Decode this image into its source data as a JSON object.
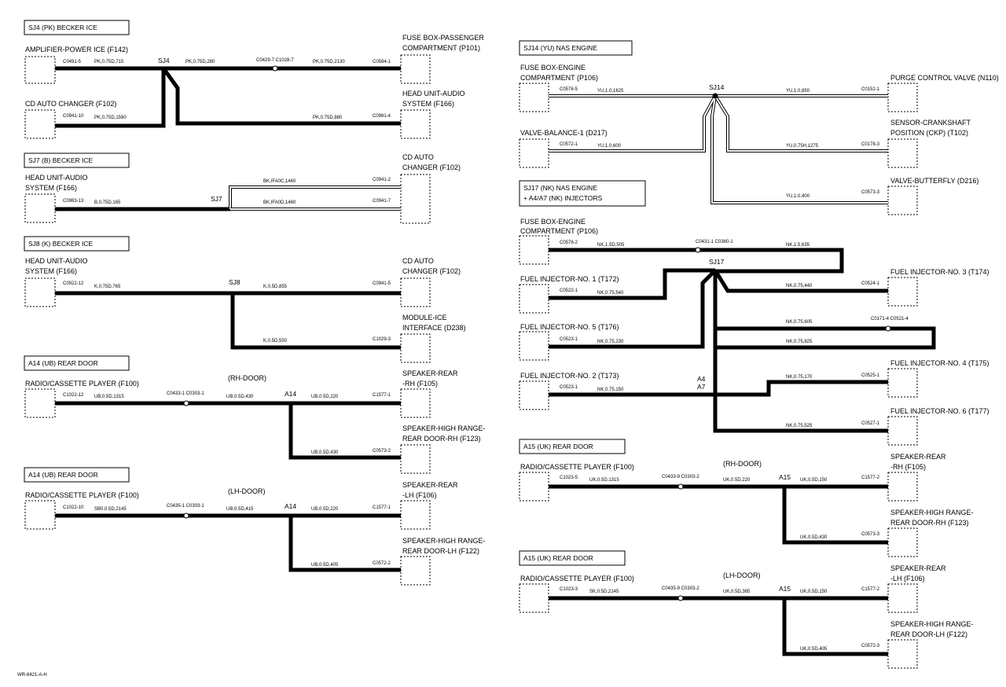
{
  "page_code": "WR-6421-A-H",
  "sections": {
    "sj4": {
      "title": "SJ4 (PK) BECKER ICE",
      "splice": "SJ4",
      "amp_name": "AMPLIFIER-POWER ICE (F142)",
      "cd_name": "CD AUTO CHANGER (F102)",
      "fuse_name_1": "FUSE BOX-PASSENGER",
      "fuse_name_2": "COMPARTMENT (P101)",
      "head_name_1": "HEAD UNIT-AUDIO",
      "head_name_2": "SYSTEM (F166)",
      "c_amp": "C0491-5",
      "c_cd": "C0941-10",
      "c_mid": "C0429-7 C1028-7",
      "c_fuse": "C0584-1",
      "c_head": "C0981-4",
      "w_amp": "PK,0.75D,715",
      "w_cd": "PK,0.75D,1590",
      "w_mid": "PK,0.75D,280",
      "w_fuse": "PK,0.75D,2130",
      "w_head": "PK,0.75D,880"
    },
    "sj7": {
      "title": "SJ7 (B) BECKER ICE",
      "splice": "SJ7",
      "head_name_1": "HEAD UNIT-AUDIO",
      "head_name_2": "SYSTEM (F166)",
      "cd_name_1": "CD AUTO",
      "cd_name_2": "CHANGER (F102)",
      "c_head": "C0983-13",
      "c_cd_a": "C0941-2",
      "c_cd_b": "C0941-7",
      "w_head": "B,0.75D,165",
      "w_a": "BK,IFA0C,1460",
      "w_b": "BK,IFA0D,1460"
    },
    "sj8": {
      "title": "SJ8 (K) BECKER ICE",
      "splice": "SJ8",
      "head_name_1": "HEAD UNIT-AUDIO",
      "head_name_2": "SYSTEM (F166)",
      "cd_name_1": "CD AUTO",
      "cd_name_2": "CHANGER (F102)",
      "mod_name_1": "MODULE-ICE",
      "mod_name_2": "INTERFACE (D238)",
      "c_head": "C0922-12",
      "c_cd": "C0941-5",
      "c_mod": "C1029-3",
      "w_head": "K,0.75D,765",
      "w_cd": "K,0.5D,855",
      "w_mod": "K,0.5D,550"
    },
    "a14_rh": {
      "title": "A14 (UB) REAR DOOR",
      "door": "(RH-DOOR)",
      "splice": "A14",
      "radio_name": "RADIO/CASSETTE PLAYER (F100)",
      "spk_name_1": "SPEAKER-REAR",
      "spk_name_2": "-RH (F105)",
      "hi_name_1": "SPEAKER-HIGH RANGE-",
      "hi_name_2": "REAR DOOR-RH (F123)",
      "c_radio": "C1022-12",
      "c_mid": "C0433-1 C0303-1",
      "c_spk": "C1577-1",
      "c_hi": "C0573-2",
      "w_radio": "UB,0.5D,1315",
      "w_mid": "UB,0.5D,430",
      "w_spk": "UB,0.5D,220",
      "w_hi": "UB,0.5D,430"
    },
    "a14_lh": {
      "title": "A14 (UB) REAR DOOR",
      "door": "(LH-DOOR)",
      "splice": "A14",
      "radio_name": "RADIO/CASSETTE PLAYER (F100)",
      "spk_name_1": "SPEAKER-REAR",
      "spk_name_2": "-LH (F106)",
      "hi_name_1": "SPEAKER-HIGH RANGE-",
      "hi_name_2": "REAR DOOR-LH (F122)",
      "c_radio": "C1022-10",
      "c_mid": "C0435-1 C0303-1",
      "c_spk": "C1577-1",
      "c_hi": "C0572-2",
      "w_radio": "SB0,0.5D,2145",
      "w_mid": "UB,0.5D,415",
      "w_spk": "UB,0.5D,220",
      "w_hi": "UB,0.5D,405"
    },
    "sj14": {
      "title": "SJ14 (YU) NAS ENGINE",
      "splice": "SJ14",
      "fuse_name_1": "FUSE BOX-ENGINE",
      "fuse_name_2": "COMPARTMENT (P106)",
      "valve_name": "VALVE-BALANCE-1 (D217)",
      "purge_name": "PURGE CONTROL VALVE (N110)",
      "crank_name_1": "SENSOR-CRANKSHAFT",
      "crank_name_2": "POSITION (CKP) (T102)",
      "butter_name": "VALVE-BUTTERFLY (D216)",
      "c_fuse": "C0576-5",
      "c_valve": "C0572-1",
      "c_purge": "C0152-1",
      "c_crank": "C0178-3",
      "c_butter": "C0573-3",
      "w_fuse": "YU,1.0,1625",
      "w_valve": "YU,1.0,600",
      "w_purge": "YU,1.0,850",
      "w_crank": "YU,0.75H,1275",
      "w_butter": "YU,1.0,400"
    },
    "sj17": {
      "title_1": "SJ17 (NK) NAS ENGINE",
      "title_2": "+ A4/A7 (NK) INJECTORS",
      "splice": "SJ17",
      "fuse_name_1": "FUSE BOX-ENGINE",
      "fuse_name_2": "COMPARTMENT (P106)",
      "inj1_name": "FUEL INJECTOR-NO. 1 (T172)",
      "inj5_name": "FUEL INJECTOR-NO. 5 (T176)",
      "inj2_name": "FUEL INJECTOR-NO. 2 (T173)",
      "inj3_name": "FUEL INJECTOR-NO. 3 (T174)",
      "inj4_name": "FUEL INJECTOR-NO. 4 (T175)",
      "inj6_name": "FUEL INJECTOR-NO. 6 (T177)",
      "a4": "A4",
      "a7": "A7",
      "c_fuse": "C0576-2",
      "c_mid": "C0431-1 C0360-1",
      "c_inj1": "C0522-1",
      "c_inj5": "C0523-1",
      "c_inj2": "C0523-1",
      "c_inj3": "C0524-1",
      "c_inj4mid": "C0171-4 C0521-4",
      "c_inj4": "C0525-1",
      "c_inj6": "C0527-1",
      "w_fuse": "NK,1.5D,505",
      "w_mid": "NK,1.5,635",
      "w_inj1": "NK,0.75,540",
      "w_inj5": "NK,0.75,230",
      "w_inj2": "NK,0.75,150",
      "w_inj3": "NK,0.75,440",
      "w_inj4a": "NK,0.75,605",
      "w_inj4b": "NK,0.75,825",
      "w_inj4": "NK,0.75,170",
      "w_inj6": "NK,0.75,525"
    },
    "a15_rh": {
      "title": "A15 (UK) REAR DOOR",
      "door": "(RH-DOOR)",
      "splice": "A15",
      "radio_name": "RADIO/CASSETTE PLAYER (F100)",
      "spk_name_1": "SPEAKER-REAR",
      "spk_name_2": "-RH (F105)",
      "hi_name_1": "SPEAKER-HIGH RANGE-",
      "hi_name_2": "REAR DOOR-RH (F123)",
      "c_radio": "C1023-5",
      "c_mid": "C0433-9 C0303-2",
      "c_spk": "C1577-2",
      "c_hi": "C0573-3",
      "w_radio": "UK,0.5D,1315",
      "w_mid": "UK,0.5D,220",
      "w_spk": "UK,0.5D,150",
      "w_hi": "UK,0.5D,430"
    },
    "a15_lh": {
      "title": "A15 (UK) REAR DOOR",
      "door": "(LH-DOOR)",
      "splice": "A15",
      "radio_name": "RADIO/CASSETTE PLAYER (F100)",
      "spk_name_1": "SPEAKER-REAR",
      "spk_name_2": "-LH (F106)",
      "hi_name_1": "SPEAKER-HIGH RANGE-",
      "hi_name_2": "REAR DOOR-LH (F122)",
      "c_radio": "C1023-3",
      "c_mid": "C0435-9 C0303-2",
      "c_spk": "C1577-2",
      "c_hi": "C0572-3",
      "w_radio": "SK,0.5D,2145",
      "w_mid": "UK,0.5D,385",
      "w_spk": "UK,0.5D,150",
      "w_hi": "UK,0.5D,405"
    }
  }
}
